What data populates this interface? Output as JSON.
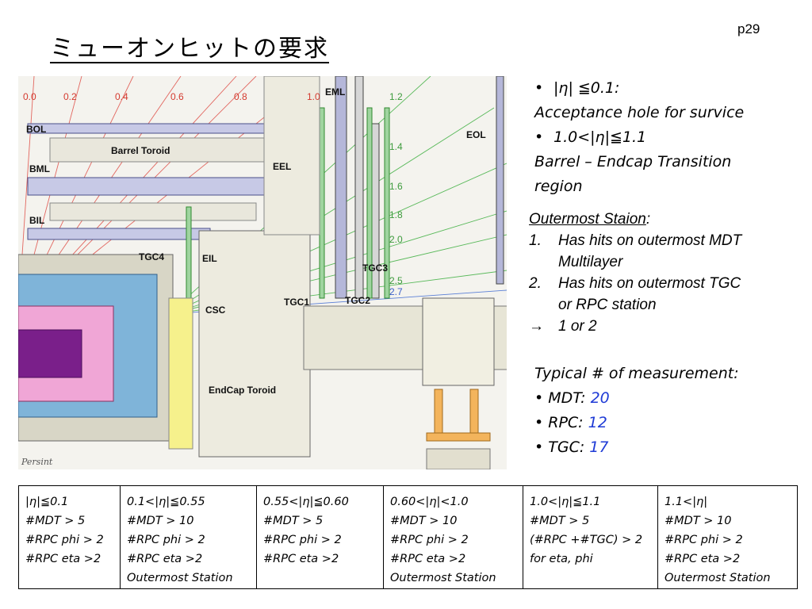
{
  "page_number": "p29",
  "title": "ミューオンヒットの要求",
  "diagram": {
    "eta_top": [
      "0.0",
      "0.2",
      "0.4",
      "0.6",
      "0.8",
      "1.0"
    ],
    "eta_side": [
      "1.2",
      "1.4",
      "1.6",
      "1.8",
      "2.0",
      "2.5",
      "2.7"
    ],
    "stations": {
      "bol": "BOL",
      "bml": "BML",
      "bil": "BIL",
      "barrel_toroid": "Barrel Toroid",
      "eml": "EML",
      "eel": "EEL",
      "eol": "EOL",
      "eil": "EIL",
      "csc": "CSC",
      "tgc1": "TGC1",
      "tgc2": "TGC2",
      "tgc3": "TGC3",
      "tgc4": "TGC4",
      "endcap_toroid": "EndCap Toroid"
    },
    "credit": "Persint"
  },
  "notes": {
    "item1": "|η| ≦0.1:",
    "item1_desc": "Acceptance hole for survice",
    "item2": "1.0<|η|≦1.1",
    "item2_desc1": "Barrel – Endcap Transition",
    "item2_desc2": "region"
  },
  "outermost": {
    "heading": "Outermost Staion",
    "colon": ":",
    "c1_num": "1.",
    "c1_line1": "Has hits on outermost MDT",
    "c1_line2": "Multilayer",
    "c2_num": "2.",
    "c2_line1": "Has hits on outermost TGC",
    "c2_line2": "or RPC station",
    "arrow": "→",
    "result": "1 or 2"
  },
  "measurements": {
    "heading": "Typical # of measurement:",
    "mdt_label": "MDT: ",
    "mdt_value": "20",
    "rpc_label": "RPC: ",
    "rpc_value": "12",
    "tgc_label": "TGC: ",
    "tgc_value": "17",
    "value_color": "#1f3bd6"
  },
  "criteria_table": [
    [
      "|η|≦0.1",
      "#MDT > 5",
      "#RPC phi > 2",
      "#RPC eta >2",
      ""
    ],
    [
      "0.1<|η|≦0.55",
      "#MDT > 10",
      "#RPC phi > 2",
      "#RPC eta >2",
      "Outermost Station"
    ],
    [
      "0.55<|η|≦0.60",
      "#MDT > 5",
      "#RPC phi > 2",
      "#RPC eta >2",
      ""
    ],
    [
      "0.60<|η|<1.0",
      "#MDT > 10",
      "#RPC phi > 2",
      "#RPC eta >2",
      "Outermost Station"
    ],
    [
      "1.0<|η|≦1.1",
      "#MDT > 5",
      "(#RPC +#TGC) > 2",
      " for eta, phi",
      ""
    ],
    [
      "1.1<|η|",
      "#MDT > 10",
      "#RPC phi > 2",
      "#RPC eta >2",
      "Outermost Station"
    ]
  ]
}
